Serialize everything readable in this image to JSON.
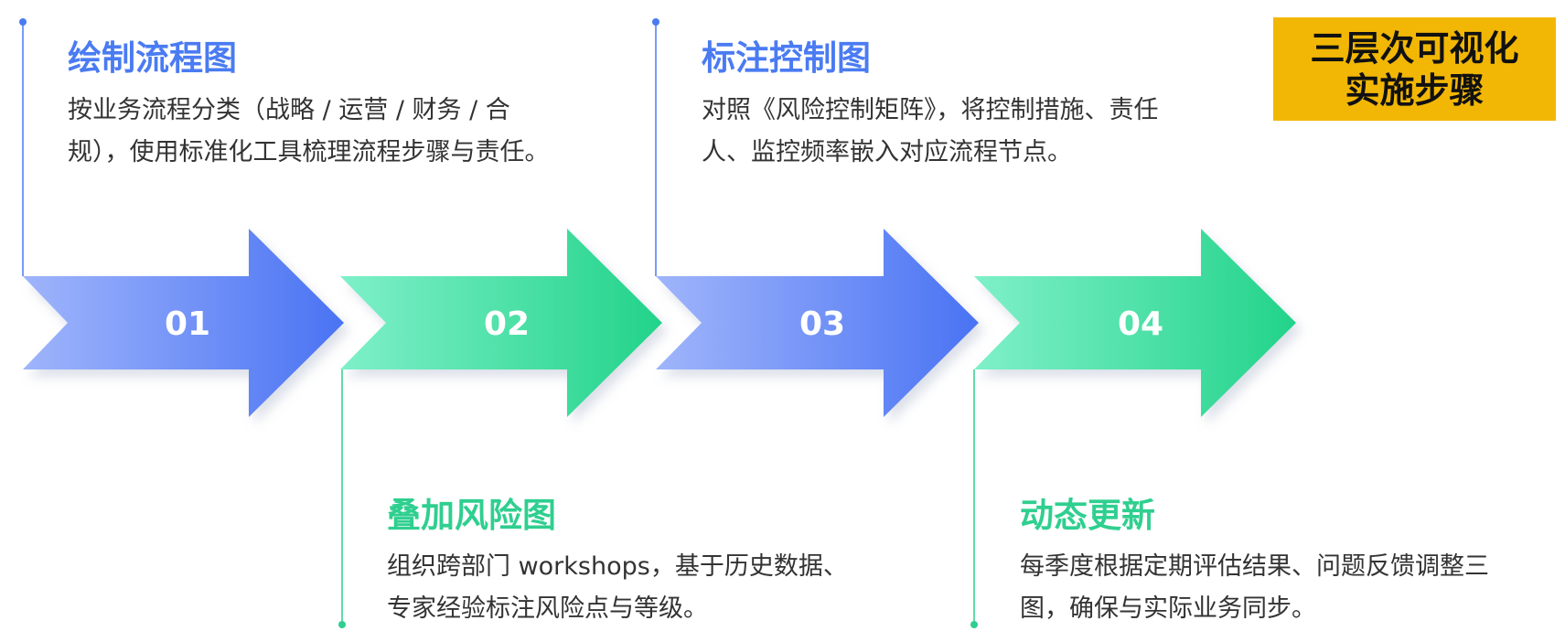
{
  "badge": {
    "line1": "三层次可视化",
    "line2": "实施步骤",
    "color": "#f2b705"
  },
  "colors": {
    "blue": "#4a7bf2",
    "green": "#2fcf8f"
  },
  "steps": [
    {
      "number": "01",
      "title": "绘制流程图",
      "desc1": "按业务流程分类（战略 / 运营 / 财务 / 合",
      "desc2": "规），使用标准化工具梳理流程步骤与责任。",
      "color": "blue"
    },
    {
      "number": "02",
      "title": "叠加风险图",
      "desc1": "组织跨部门 workshops，基于历史数据、",
      "desc2": "专家经验标注风险点与等级。",
      "color": "green"
    },
    {
      "number": "03",
      "title": "标注控制图",
      "desc1": "对照《风险控制矩阵》，将控制措施、责任",
      "desc2": "人、监控频率嵌入对应流程节点。",
      "color": "blue"
    },
    {
      "number": "04",
      "title": "动态更新",
      "desc1": "每季度根据定期评估结果、问题反馈调整三",
      "desc2": "图，确保与实际业务同步。",
      "color": "green"
    }
  ]
}
